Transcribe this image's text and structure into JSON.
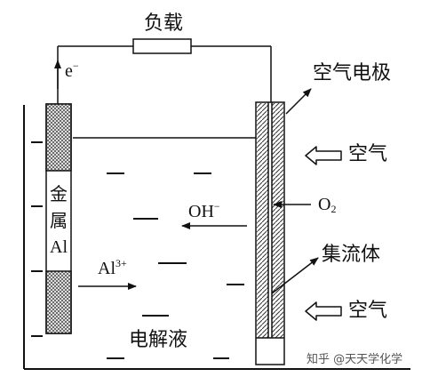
{
  "labels": {
    "load": "负载",
    "electron": "e",
    "electron_sup": "−",
    "air_electrode": "空气电极",
    "air_top": "空气",
    "air_bottom": "空气",
    "hydroxide": "OH",
    "hydroxide_sup": "−",
    "oxygen": "O",
    "oxygen_sub": "2",
    "current_collector": "集流体",
    "aluminum_ion": "Al",
    "aluminum_ion_sup": "3+",
    "electrolyte": "电解液",
    "anode_chars": [
      "金",
      "属",
      "Al"
    ],
    "watermark": "知乎 @天天学化学"
  },
  "colors": {
    "line": "#111111",
    "hatch": "#555555",
    "background": "#ffffff",
    "watermark": "#555555"
  }
}
